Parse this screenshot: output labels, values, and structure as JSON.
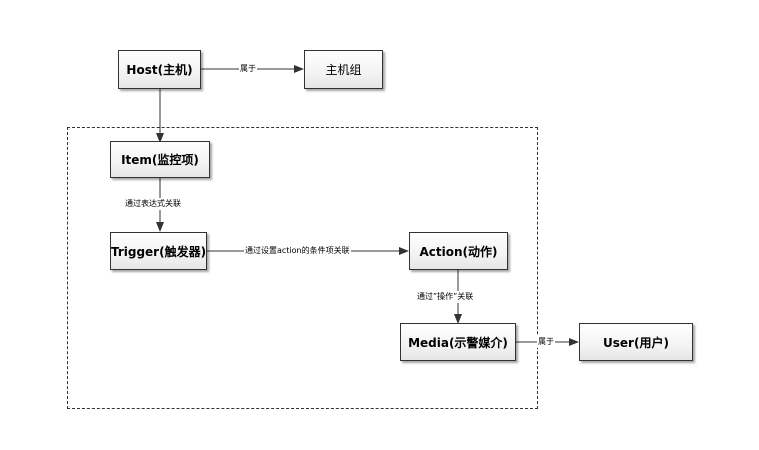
{
  "nodes": {
    "host": "Host(主机)",
    "hostgroup": "主机组",
    "item": "Item(监控项)",
    "trigger": "Trigger(触发器)",
    "action": "Action(动作)",
    "media": "Media(示警媒介)",
    "user": "User(用户)"
  },
  "edges": {
    "host_to_group": "属于",
    "item_to_trigger": "通过表达式关联",
    "trigger_to_action": "通过设置action的条件项关联",
    "action_to_media": "通过”操作”关联",
    "media_to_user": "属于"
  }
}
